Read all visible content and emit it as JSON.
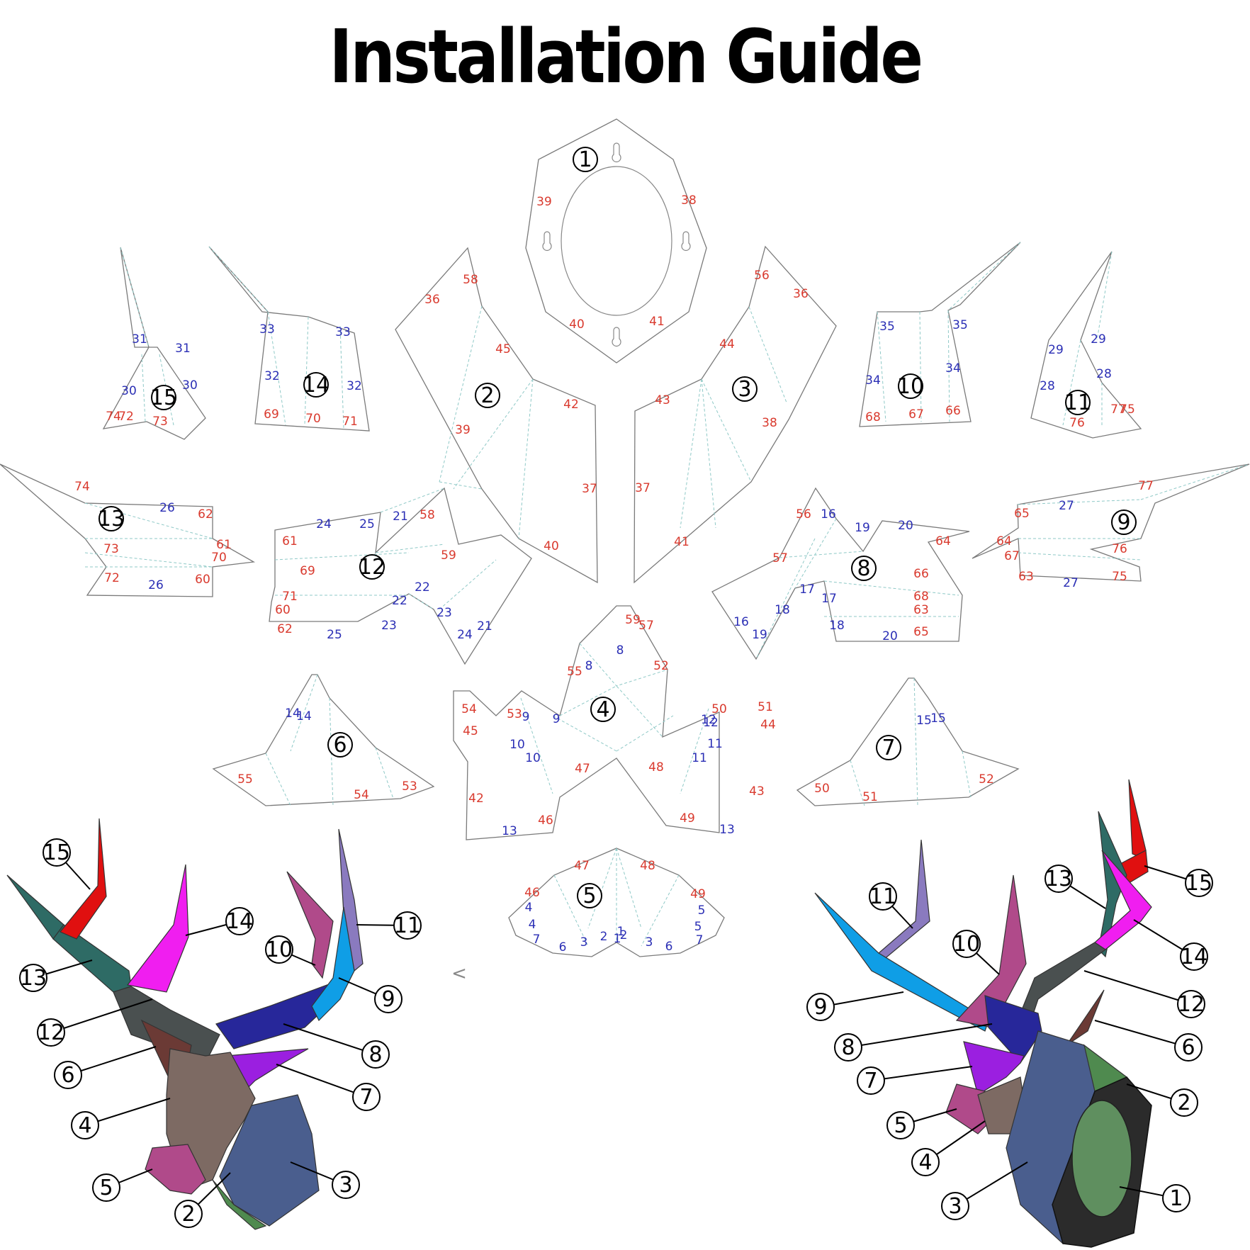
{
  "title": "Installation Guide",
  "colors": {
    "p1_frame": "#2b2b2b",
    "p1_center": "#5f8f5f",
    "p2": "#4f8a4f",
    "p3": "#4a5e8e",
    "p4": "#7d6a63",
    "p5": "#b04a8a",
    "p6": "#6b3a35",
    "p7": "#9b1fe0",
    "p8": "#27279a",
    "p9": "#0f9ee6",
    "p10": "#b04a8a",
    "p11": "#8a7abf",
    "p12": "#4a5050",
    "p13": "#2e6b65",
    "p14": "#f01ef0",
    "p15": "#e01010",
    "label_red": "#d93a2e",
    "label_blue": "#2b2fb5"
  },
  "pieces": [
    {
      "id": "1",
      "labels": [
        {
          "t": "39",
          "c": "r"
        },
        {
          "t": "38",
          "c": "r"
        },
        {
          "t": "40",
          "c": "r"
        },
        {
          "t": "41",
          "c": "r"
        }
      ]
    },
    {
      "id": "2",
      "labels": [
        {
          "t": "58",
          "c": "r"
        },
        {
          "t": "36",
          "c": "r"
        },
        {
          "t": "45",
          "c": "r"
        },
        {
          "t": "42",
          "c": "r"
        },
        {
          "t": "39",
          "c": "r"
        },
        {
          "t": "37",
          "c": "r"
        },
        {
          "t": "40",
          "c": "r"
        }
      ]
    },
    {
      "id": "3",
      "labels": [
        {
          "t": "56",
          "c": "r"
        },
        {
          "t": "36",
          "c": "r"
        },
        {
          "t": "44",
          "c": "r"
        },
        {
          "t": "43",
          "c": "r"
        },
        {
          "t": "38",
          "c": "r"
        },
        {
          "t": "37",
          "c": "r"
        },
        {
          "t": "41",
          "c": "r"
        }
      ]
    },
    {
      "id": "4",
      "labels": [
        {
          "t": "59",
          "c": "r"
        },
        {
          "t": "57",
          "c": "r"
        },
        {
          "t": "8",
          "c": "b"
        },
        {
          "t": "8",
          "c": "b"
        },
        {
          "t": "55",
          "c": "r"
        },
        {
          "t": "52",
          "c": "r"
        },
        {
          "t": "54",
          "c": "r"
        },
        {
          "t": "53",
          "c": "r"
        },
        {
          "t": "9",
          "c": "b"
        },
        {
          "t": "9",
          "c": "b"
        },
        {
          "t": "50",
          "c": "r"
        },
        {
          "t": "51",
          "c": "r"
        },
        {
          "t": "12",
          "c": "b"
        },
        {
          "t": "12",
          "c": "b"
        },
        {
          "t": "45",
          "c": "r"
        },
        {
          "t": "44",
          "c": "r"
        },
        {
          "t": "10",
          "c": "b"
        },
        {
          "t": "11",
          "c": "b"
        },
        {
          "t": "10",
          "c": "b"
        },
        {
          "t": "11",
          "c": "b"
        },
        {
          "t": "47",
          "c": "r"
        },
        {
          "t": "48",
          "c": "r"
        },
        {
          "t": "42",
          "c": "r"
        },
        {
          "t": "43",
          "c": "r"
        },
        {
          "t": "46",
          "c": "r"
        },
        {
          "t": "49",
          "c": "r"
        },
        {
          "t": "13",
          "c": "b"
        },
        {
          "t": "13",
          "c": "b"
        }
      ]
    },
    {
      "id": "5",
      "labels": [
        {
          "t": "47",
          "c": "r"
        },
        {
          "t": "48",
          "c": "r"
        },
        {
          "t": "46",
          "c": "r"
        },
        {
          "t": "49",
          "c": "r"
        },
        {
          "t": "4",
          "c": "b"
        },
        {
          "t": "5",
          "c": "b"
        },
        {
          "t": "4",
          "c": "b"
        },
        {
          "t": "5",
          "c": "b"
        },
        {
          "t": "7",
          "c": "b"
        },
        {
          "t": "7",
          "c": "b"
        },
        {
          "t": "6",
          "c": "b"
        },
        {
          "t": "6",
          "c": "b"
        },
        {
          "t": "3",
          "c": "b"
        },
        {
          "t": "3",
          "c": "b"
        },
        {
          "t": "2",
          "c": "b"
        },
        {
          "t": "2",
          "c": "b"
        },
        {
          "t": "1",
          "c": "b"
        },
        {
          "t": "1",
          "c": "b"
        }
      ]
    },
    {
      "id": "6",
      "labels": [
        {
          "t": "14",
          "c": "b"
        },
        {
          "t": "14",
          "c": "b"
        },
        {
          "t": "55",
          "c": "r"
        },
        {
          "t": "54",
          "c": "r"
        },
        {
          "t": "53",
          "c": "r"
        }
      ]
    },
    {
      "id": "7",
      "labels": [
        {
          "t": "15",
          "c": "b"
        },
        {
          "t": "15",
          "c": "b"
        },
        {
          "t": "50",
          "c": "r"
        },
        {
          "t": "51",
          "c": "r"
        },
        {
          "t": "52",
          "c": "r"
        }
      ]
    },
    {
      "id": "8",
      "labels": [
        {
          "t": "56",
          "c": "r"
        },
        {
          "t": "16",
          "c": "b"
        },
        {
          "t": "19",
          "c": "b"
        },
        {
          "t": "20",
          "c": "b"
        },
        {
          "t": "64",
          "c": "r"
        },
        {
          "t": "57",
          "c": "r"
        },
        {
          "t": "66",
          "c": "r"
        },
        {
          "t": "17",
          "c": "b"
        },
        {
          "t": "17",
          "c": "b"
        },
        {
          "t": "18",
          "c": "b"
        },
        {
          "t": "68",
          "c": "r"
        },
        {
          "t": "63",
          "c": "r"
        },
        {
          "t": "16",
          "c": "b"
        },
        {
          "t": "19",
          "c": "b"
        },
        {
          "t": "18",
          "c": "b"
        },
        {
          "t": "20",
          "c": "b"
        },
        {
          "t": "65",
          "c": "r"
        }
      ]
    },
    {
      "id": "9",
      "labels": [
        {
          "t": "77",
          "c": "r"
        },
        {
          "t": "65",
          "c": "r"
        },
        {
          "t": "27",
          "c": "b"
        },
        {
          "t": "64",
          "c": "r"
        },
        {
          "t": "67",
          "c": "r"
        },
        {
          "t": "76",
          "c": "r"
        },
        {
          "t": "63",
          "c": "r"
        },
        {
          "t": "27",
          "c": "b"
        },
        {
          "t": "75",
          "c": "r"
        }
      ]
    },
    {
      "id": "10",
      "labels": [
        {
          "t": "35",
          "c": "b"
        },
        {
          "t": "35",
          "c": "b"
        },
        {
          "t": "34",
          "c": "b"
        },
        {
          "t": "34",
          "c": "b"
        },
        {
          "t": "68",
          "c": "r"
        },
        {
          "t": "67",
          "c": "r"
        },
        {
          "t": "66",
          "c": "r"
        }
      ]
    },
    {
      "id": "11",
      "labels": [
        {
          "t": "29",
          "c": "b"
        },
        {
          "t": "29",
          "c": "b"
        },
        {
          "t": "28",
          "c": "b"
        },
        {
          "t": "28",
          "c": "b"
        },
        {
          "t": "76",
          "c": "r"
        },
        {
          "t": "77",
          "c": "r"
        },
        {
          "t": "75",
          "c": "r"
        }
      ]
    },
    {
      "id": "12",
      "labels": [
        {
          "t": "58",
          "c": "r"
        },
        {
          "t": "21",
          "c": "b"
        },
        {
          "t": "24",
          "c": "b"
        },
        {
          "t": "25",
          "c": "b"
        },
        {
          "t": "61",
          "c": "r"
        },
        {
          "t": "59",
          "c": "r"
        },
        {
          "t": "69",
          "c": "r"
        },
        {
          "t": "22",
          "c": "b"
        },
        {
          "t": "22",
          "c": "b"
        },
        {
          "t": "71",
          "c": "r"
        },
        {
          "t": "60",
          "c": "r"
        },
        {
          "t": "23",
          "c": "b"
        },
        {
          "t": "62",
          "c": "r"
        },
        {
          "t": "25",
          "c": "b"
        },
        {
          "t": "23",
          "c": "b"
        },
        {
          "t": "24",
          "c": "b"
        },
        {
          "t": "21",
          "c": "b"
        }
      ]
    },
    {
      "id": "13",
      "labels": [
        {
          "t": "74",
          "c": "r"
        },
        {
          "t": "26",
          "c": "b"
        },
        {
          "t": "62",
          "c": "r"
        },
        {
          "t": "61",
          "c": "r"
        },
        {
          "t": "73",
          "c": "r"
        },
        {
          "t": "70",
          "c": "r"
        },
        {
          "t": "72",
          "c": "r"
        },
        {
          "t": "26",
          "c": "b"
        },
        {
          "t": "60",
          "c": "r"
        }
      ]
    },
    {
      "id": "14",
      "labels": [
        {
          "t": "33",
          "c": "b"
        },
        {
          "t": "33",
          "c": "b"
        },
        {
          "t": "32",
          "c": "b"
        },
        {
          "t": "32",
          "c": "b"
        },
        {
          "t": "69",
          "c": "r"
        },
        {
          "t": "70",
          "c": "r"
        },
        {
          "t": "71",
          "c": "r"
        }
      ]
    },
    {
      "id": "15",
      "labels": [
        {
          "t": "31",
          "c": "b"
        },
        {
          "t": "31",
          "c": "b"
        },
        {
          "t": "30",
          "c": "b"
        },
        {
          "t": "30",
          "c": "b"
        },
        {
          "t": "74",
          "c": "r"
        },
        {
          "t": "72",
          "c": "r"
        },
        {
          "t": "73",
          "c": "r"
        }
      ]
    }
  ],
  "assembled_front": {
    "callouts": [
      "15",
      "14",
      "11",
      "10",
      "9",
      "13",
      "12",
      "8",
      "6",
      "7",
      "4",
      "5",
      "3",
      "2"
    ]
  },
  "assembled_side": {
    "callouts": [
      "11",
      "15",
      "13",
      "10",
      "14",
      "12",
      "9",
      "6",
      "8",
      "7",
      "2",
      "5",
      "4",
      "1",
      "3"
    ]
  },
  "stray_mark": "<"
}
